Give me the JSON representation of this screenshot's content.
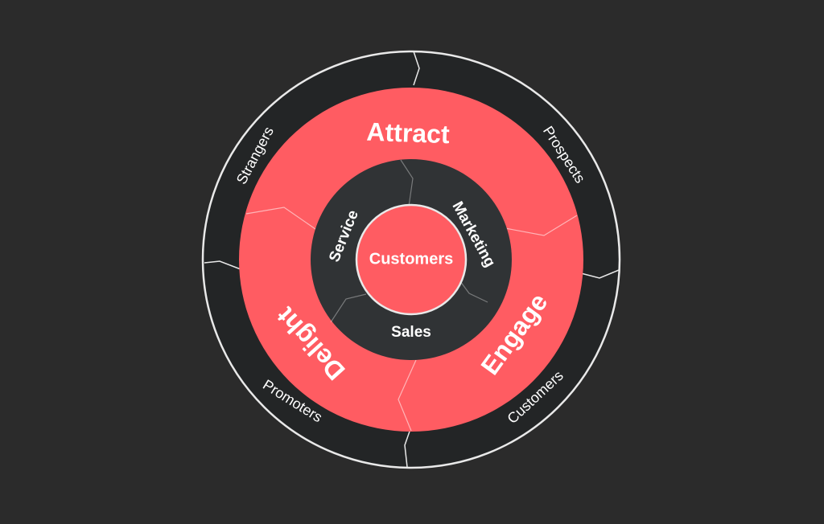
{
  "colors": {
    "background": "#2b2b2b",
    "outer_ring": "#232526",
    "main_ring": "#ff5c62",
    "inner_ring": "#303335",
    "center": "#ff5c62",
    "divider": "#e9e9e9",
    "text": "#ffffff"
  },
  "outer_labels": {
    "strangers": "Strangers",
    "prospects": "Prospects",
    "customers": "Customers",
    "promoters": "Promoters"
  },
  "main_labels": {
    "attract": "Attract",
    "engage": "Engage",
    "delight": "Delight"
  },
  "inner_labels": {
    "service": "Service",
    "marketing": "Marketing",
    "sales": "Sales"
  },
  "center_label": "Customers"
}
